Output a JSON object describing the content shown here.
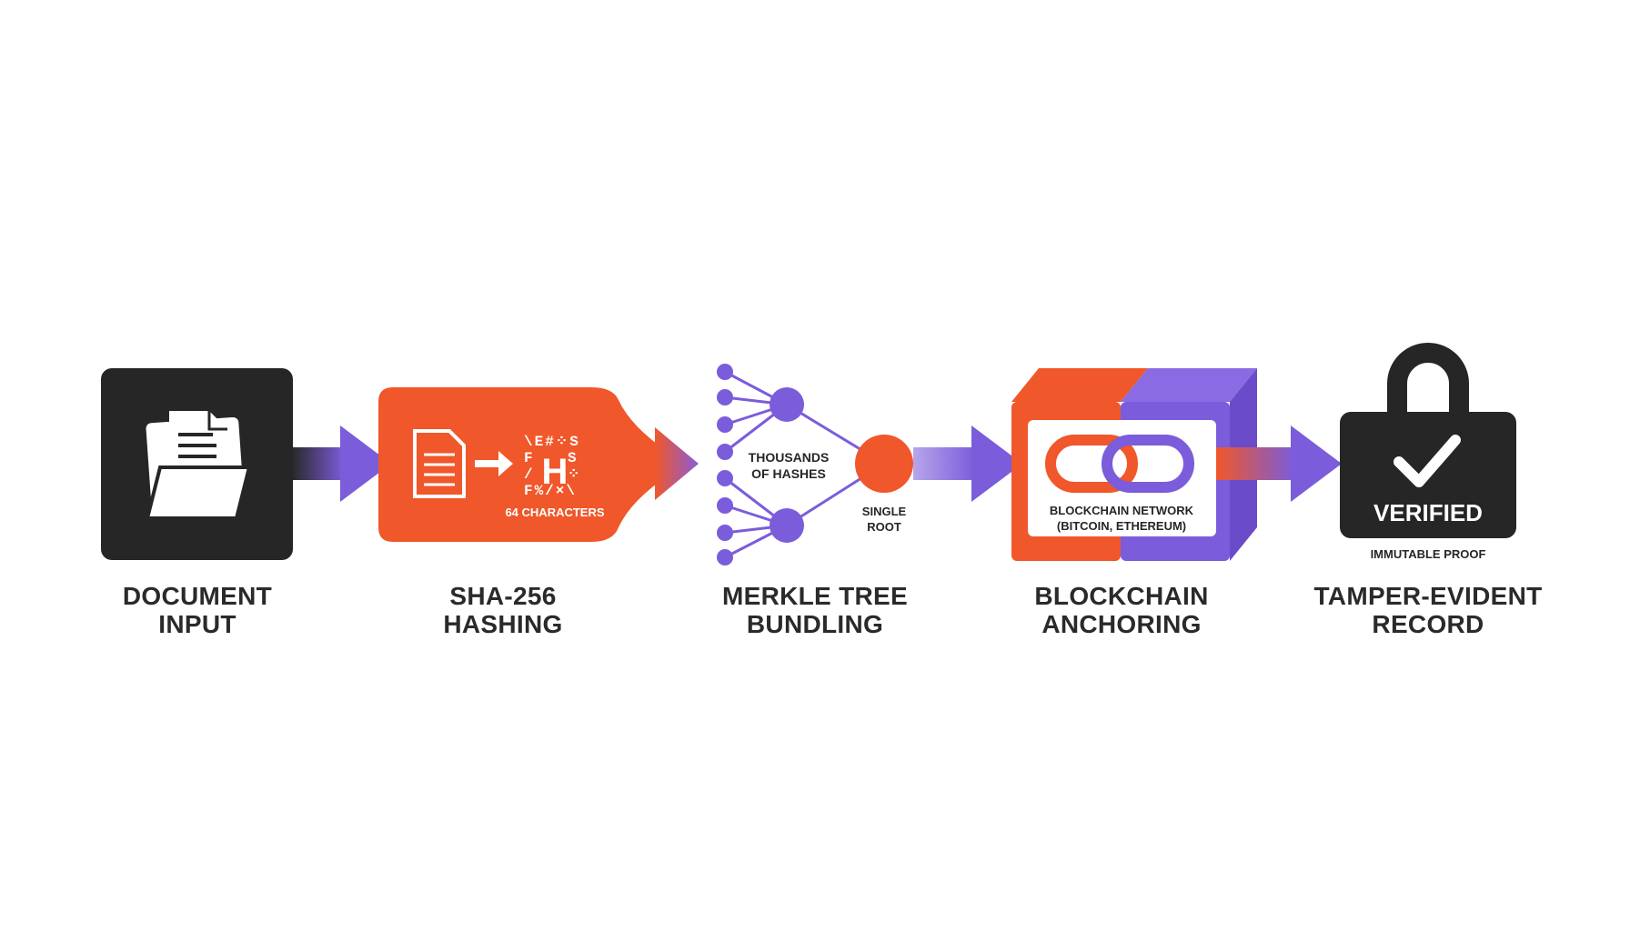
{
  "colors": {
    "dark": "#262626",
    "orange": "#F0572A",
    "purple": "#7B5CDB",
    "white": "#FFFFFF"
  },
  "steps": [
    {
      "icon": "folder-document-icon",
      "label_line1": "DOCUMENT",
      "label_line2": "INPUT"
    },
    {
      "icon": "hash-icon",
      "label_line1": "SHA-256",
      "label_line2": "HASHING"
    },
    {
      "icon": "merkle-tree-icon",
      "label_line1": "MERKLE TREE",
      "label_line2": "BUNDLING"
    },
    {
      "icon": "chain-link-icon",
      "label_line1": "BLOCKCHAIN",
      "label_line2": "ANCHORING"
    },
    {
      "icon": "padlock-check-icon",
      "label_line1": "TAMPER-EVIDENT",
      "label_line2": "RECORD"
    }
  ],
  "hashing": {
    "hash_glyph": "H",
    "glyph_line1": "\\E#⁘S",
    "glyph_line2": "F    S",
    "glyph_line3": "/    ⁘",
    "glyph_line4": "F%/×\\",
    "caption": "64 CHARACTERS"
  },
  "merkle": {
    "caption_line1": "THOUSANDS",
    "caption_line2": "OF HASHES",
    "root_line1": "SINGLE",
    "root_line2": "ROOT"
  },
  "blockchain": {
    "network_line1": "BLOCKCHAIN NETWORK",
    "network_line2": "(BITCOIN, ETHEREUM)"
  },
  "record": {
    "badge_text": "VERIFIED",
    "caption": "IMMUTABLE PROOF"
  }
}
